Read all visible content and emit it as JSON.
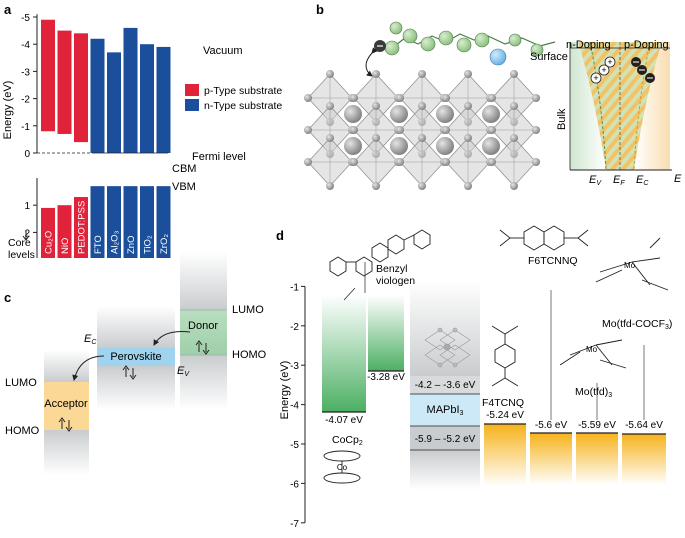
{
  "panels": {
    "a": "a",
    "b": "b",
    "c": "c",
    "d": "d"
  },
  "panel_a": {
    "y_axis_title": "Energy (eV)",
    "ticks_top": [
      "-5",
      "-4",
      "-3",
      "-2",
      "-1",
      "0"
    ],
    "ticks_bottom": [
      "1",
      "2"
    ],
    "core_levels_label": [
      "Core",
      "levels"
    ],
    "legend": [
      {
        "label": "p-Type substrate",
        "color": "#e0223a"
      },
      {
        "label": "n-Type substrate",
        "color": "#1b4f9c"
      }
    ],
    "annotations": {
      "vacuum": "Vacuum",
      "fermi": "Fermi level",
      "cbm": "CBM",
      "vbm": "VBM"
    },
    "materials": [
      {
        "name": "Cu₂O",
        "type": "p",
        "top_ev": -4.9,
        "bottom_ev": -0.8,
        "vb_ev": 1.1
      },
      {
        "name": "NiO",
        "type": "p",
        "top_ev": -4.5,
        "bottom_ev": -0.7,
        "vb_ev": 1.0
      },
      {
        "name": "PEDOT:PSS",
        "type": "p",
        "top_ev": -4.4,
        "bottom_ev": -0.4,
        "vb_ev": 0.7
      },
      {
        "name": "FTO",
        "type": "n",
        "top_ev": -4.2,
        "bottom_ev": 0.0,
        "vb_ev": 0.3
      },
      {
        "name": "Al₂O₃",
        "type": "n",
        "top_ev": -3.7,
        "bottom_ev": 0.0,
        "vb_ev": 0.3
      },
      {
        "name": "ZnO",
        "type": "n",
        "top_ev": -4.6,
        "bottom_ev": 0.0,
        "vb_ev": 0.3
      },
      {
        "name": "TiO₂",
        "type": "n",
        "top_ev": -4.0,
        "bottom_ev": 0.0,
        "vb_ev": 0.3
      },
      {
        "name": "ZrO₂",
        "type": "n",
        "top_ev": -3.9,
        "bottom_ev": 0.0,
        "vb_ev": 0.3
      }
    ]
  },
  "panel_b": {
    "surface": "Surface",
    "bulk": "Bulk",
    "n_doping": "n-Doping",
    "p_doping": "p-Doping",
    "ev": "E",
    "ev_sub": "V",
    "ef": "E",
    "ef_sub": "F",
    "ec": "E",
    "ec_sub": "C",
    "e_axis": "E"
  },
  "panel_c": {
    "lumo_right": "LUMO",
    "homo_right": "HOMO",
    "donor": "Donor",
    "perovskite": "Perovskite",
    "ec": "E",
    "ec_sub": "C",
    "ev": "E",
    "ev_sub": "V",
    "lumo_left": "LUMO",
    "homo_left": "HOMO",
    "acceptor": "Acceptor"
  },
  "panel_d": {
    "y_axis_title": "Energy (eV)",
    "ticks": [
      "-1",
      "-2",
      "-3",
      "-4",
      "-5",
      "-6",
      "-7"
    ],
    "levels": [
      {
        "label": "-4.07 eV",
        "value": -4.07
      },
      {
        "label": "-3.28 eV",
        "value": -3.28
      },
      {
        "label": "-5.24 eV",
        "value": -5.24
      },
      {
        "label": "-5.6 eV",
        "value": -5.6
      },
      {
        "label": "-5.59 eV",
        "value": -5.59
      },
      {
        "label": "-5.64 eV",
        "value": -5.64
      }
    ],
    "mapbi3": {
      "label": "MAPbI",
      "sub": "3",
      "cb": "-4.2 – -3.6 eV",
      "vb": "-5.9 – -5.2 eV"
    },
    "molecules": {
      "cocp2": "CoCp",
      "cocp2_sub": "2",
      "benzyl": [
        "Benzyl",
        "viologen"
      ],
      "f4tcnq": "F4TCNQ",
      "f6tcnnq": "F6TCNNQ",
      "motfd": "Mo(tfd)",
      "motfd_sub": "3",
      "motfdcocf3": "Mo(tfd-COCF",
      "motfdcocf3_sub": "3",
      "motfdcocf3_tail": ")",
      "co": "Co",
      "mo": "Mo"
    }
  }
}
